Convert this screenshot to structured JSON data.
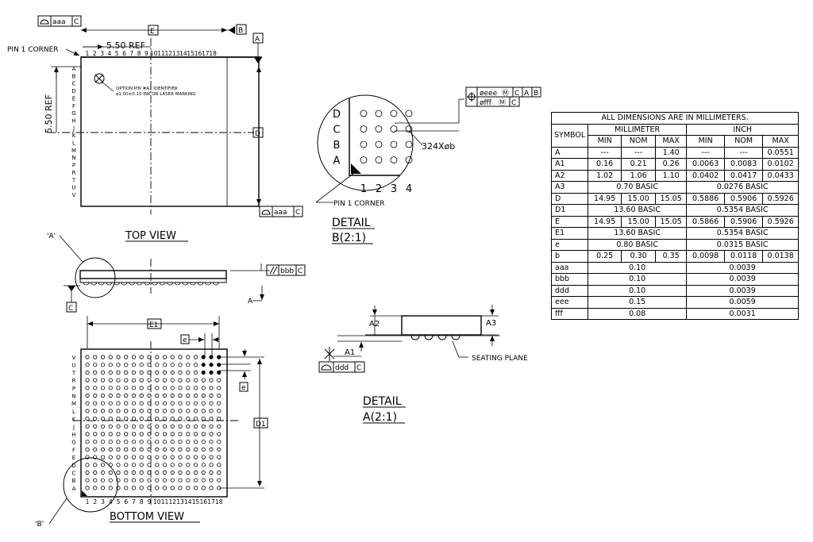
{
  "top_view": {
    "title": "TOP VIEW",
    "pin1_label": "PIN 1 CORNER",
    "ref_horizontal": "5.50 REF",
    "ref_vertical": "5.50 REF",
    "dim_e": "E",
    "dim_d": "D",
    "datum_a": "A",
    "datum_b": "B",
    "frame_tol": "aaa",
    "frame_ref": "C",
    "note_line1": "OPTION PIN #A1 IDENTIFIER",
    "note_line2": "ø1.00±0.10 INK OR LASER MARKING"
  },
  "columns": [
    "1",
    "2",
    "3",
    "4",
    "5",
    "6",
    "7",
    "8",
    "9",
    "10",
    "11",
    "12",
    "13",
    "14",
    "15",
    "16",
    "17",
    "18"
  ],
  "rows_top": [
    "A",
    "B",
    "C",
    "D",
    "E",
    "F",
    "G",
    "H",
    "J",
    "K",
    "L",
    "M",
    "N",
    "P",
    "R",
    "T",
    "U",
    "V"
  ],
  "rows_bottom": [
    "V",
    "U",
    "T",
    "R",
    "P",
    "N",
    "M",
    "L",
    "K",
    "J",
    "H",
    "G",
    "F",
    "E",
    "D",
    "C",
    "B",
    "A"
  ],
  "side_view": {
    "detail_a_ref": "'A'",
    "frame_tol": "bbb",
    "frame_ref": "C",
    "datum_a": "A",
    "datum_c": "C"
  },
  "bottom_view": {
    "title": "BOTTOM VIEW",
    "dim_e1": "E1",
    "dim_d1": "D1",
    "pitch": "e",
    "detail_b_ref": "'B'"
  },
  "detail_b": {
    "title": "DETAIL",
    "scale": "B(2:1)",
    "rows": [
      "D",
      "C",
      "B",
      "A"
    ],
    "cols": [
      "1",
      "2",
      "3",
      "4"
    ],
    "ball_count": "324Xøb",
    "pin1_label": "PIN 1 CORNER",
    "fcf1": [
      "øeee",
      "Ⓜ",
      "C",
      "A",
      "B"
    ],
    "fcf2": [
      "øfff",
      "Ⓜ",
      "C"
    ]
  },
  "detail_a": {
    "title": "DETAIL",
    "scale": "A(2:1)",
    "a1": "A1",
    "a2": "A2",
    "a3": "A3",
    "seating": "SEATING PLANE",
    "frame_tol": "ddd",
    "frame_ref": "C"
  },
  "table": {
    "caption": "ALL DIMENSIONS ARE IN MILLIMETERS.",
    "symbol_header": "SYMBOL",
    "mm_header": "MILLIMETER",
    "inch_header": "INCH",
    "sub_headers": [
      "MIN",
      "NOM",
      "MAX",
      "MIN",
      "NOM",
      "MAX"
    ],
    "rows": [
      {
        "symbol": "A",
        "mm": [
          "---",
          "---",
          "1.40"
        ],
        "inch": [
          "---",
          "---",
          "0.0551"
        ]
      },
      {
        "symbol": "A1",
        "mm": [
          "0.16",
          "0.21",
          "0.26"
        ],
        "inch": [
          "0.0063",
          "0.0083",
          "0.0102"
        ]
      },
      {
        "symbol": "A2",
        "mm": [
          "1.02",
          "1.06",
          "1.10"
        ],
        "inch": [
          "0.0402",
          "0.0417",
          "0.0433"
        ]
      },
      {
        "symbol": "A3",
        "mm_span": "0.70 BASIC",
        "inch_span": "0.0276 BASIC"
      },
      {
        "symbol": "D",
        "mm": [
          "14.95",
          "15.00",
          "15.05"
        ],
        "inch": [
          "0.5886",
          "0.5906",
          "0.5926"
        ]
      },
      {
        "symbol": "D1",
        "mm_span": "13.60 BASIC",
        "inch_span": "0.5354 BASIC"
      },
      {
        "symbol": "E",
        "mm": [
          "14.95",
          "15.00",
          "15.05"
        ],
        "inch": [
          "0.5866",
          "0.5906",
          "0.5926"
        ]
      },
      {
        "symbol": "E1",
        "mm_span": "13.60 BASIC",
        "inch_span": "0.5354 BASIC"
      },
      {
        "symbol": "e",
        "mm_span": "0.80 BASIC",
        "inch_span": "0.0315 BASIC"
      },
      {
        "symbol": "b",
        "mm": [
          "0.25",
          "0.30",
          "0.35"
        ],
        "inch": [
          "0.0098",
          "0.0118",
          "0.0138"
        ]
      },
      {
        "symbol": "aaa",
        "mm_span": "0.10",
        "inch_span": "0.0039"
      },
      {
        "symbol": "bbb",
        "mm_span": "0.10",
        "inch_span": "0.0039"
      },
      {
        "symbol": "ddd",
        "mm_span": "0.10",
        "inch_span": "0.0039"
      },
      {
        "symbol": "eee",
        "mm_span": "0.15",
        "inch_span": "0.0059"
      },
      {
        "symbol": "fff",
        "mm_span": "0.08",
        "inch_span": "0.0031"
      }
    ]
  }
}
